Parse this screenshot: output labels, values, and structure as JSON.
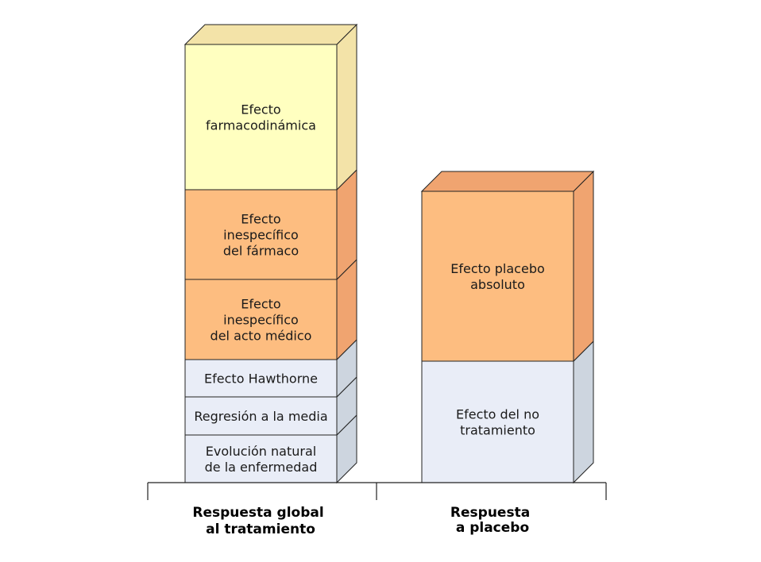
{
  "colors": {
    "yellow_front": "#ffffc0",
    "yellow_side": "#f3e3a8",
    "yellow_top": "#f3e3a8",
    "orange_front": "#fdbd80",
    "orange_side": "#f0a470",
    "orange_top": "#f0a470",
    "grey_front": "#e9edf7",
    "grey_side": "#cdd5df",
    "grey_top": "#cdd5df",
    "stroke": "#222222"
  },
  "bars": [
    {
      "name": "global",
      "category": [
        "Respuesta global",
        "al tratamiento"
      ],
      "segments": [
        {
          "lines": [
            "Evolución natural",
            "de la enfermedad"
          ],
          "color": "grey"
        },
        {
          "lines": [
            "Regresión a la media"
          ],
          "color": "grey"
        },
        {
          "lines": [
            "Efecto Hawthorne"
          ],
          "color": "grey"
        },
        {
          "lines": [
            "Efecto",
            "inespecífico",
            "del acto médico"
          ],
          "color": "orange"
        },
        {
          "lines": [
            "Efecto",
            "inespecífico",
            "del fármaco"
          ],
          "color": "orange"
        },
        {
          "lines": [
            "Efecto",
            "farmacodinámica"
          ],
          "color": "yellow"
        }
      ]
    },
    {
      "name": "placebo",
      "category": [
        "Respuesta",
        "a placebo"
      ],
      "segments": [
        {
          "lines": [
            "Efecto del no",
            "tratamiento"
          ],
          "color": "grey"
        },
        {
          "lines": [
            "Efecto placebo",
            "absoluto"
          ],
          "color": "orange"
        }
      ]
    }
  ]
}
